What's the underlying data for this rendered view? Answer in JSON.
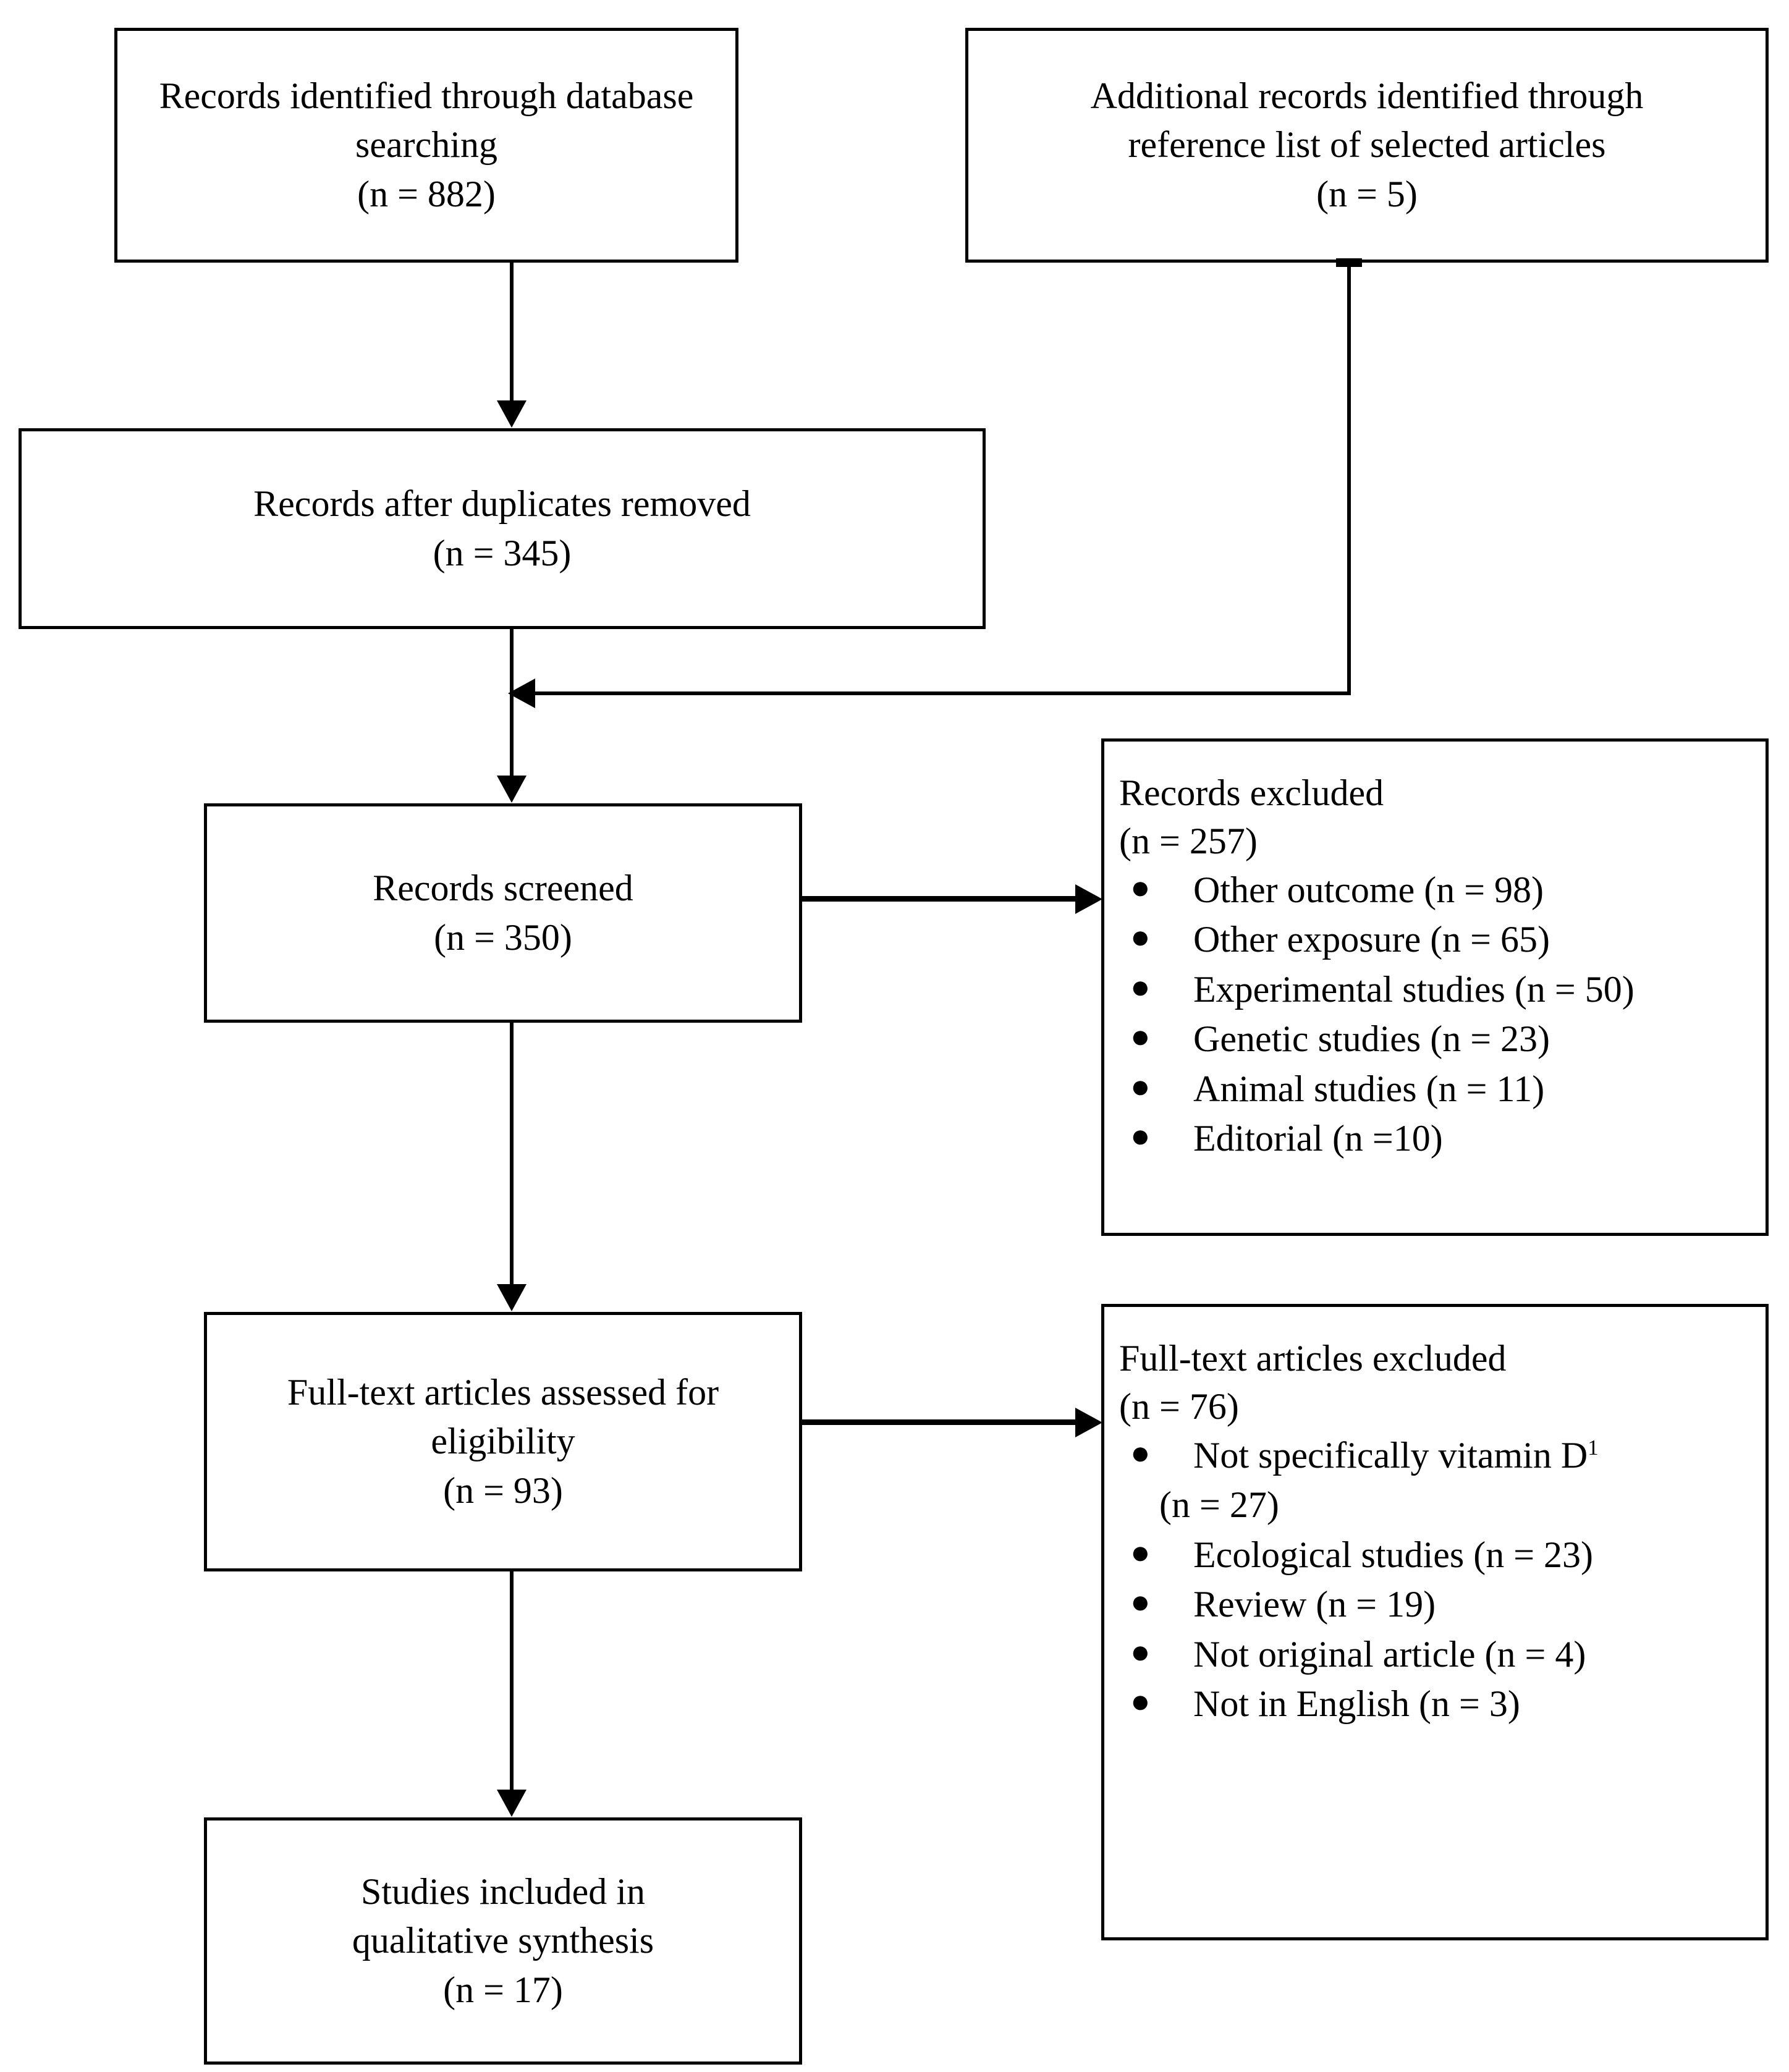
{
  "diagram": {
    "type": "prisma-flow-diagram",
    "identification": {
      "database_search": {
        "label_line1": "Records identified through database",
        "label_line2": "searching",
        "count_line": "(n = 882)",
        "n": 882
      },
      "reference_list": {
        "label_line1": "Additional records identified through",
        "label_line2": "reference list of selected articles",
        "count_line": "(n = 5)",
        "n": 5
      }
    },
    "screening": {
      "duplicates_removed": {
        "label_line1": "Records after duplicates removed",
        "count_line": "(n =  345)",
        "n": 345
      },
      "records_screened": {
        "label_line1": "Records screened",
        "count_line": "(n =  350)",
        "n": 350
      },
      "records_excluded": {
        "title": "Records excluded",
        "count_line": "(n = 257)",
        "n": 257,
        "reasons": [
          {
            "text": "Other outcome (n = 98)",
            "n": 98
          },
          {
            "text": "Other exposure (n = 65)",
            "n": 65
          },
          {
            "text": "Experimental studies (n = 50)",
            "n": 50
          },
          {
            "text": "Genetic studies (n = 23)",
            "n": 23
          },
          {
            "text": "Animal studies (n = 11)",
            "n": 11
          },
          {
            "text": "Editorial (n =10)",
            "n": 10
          }
        ]
      }
    },
    "eligibility": {
      "fulltext_assessed": {
        "label_line1": "Full-text articles assessed for",
        "label_line2": "eligibility",
        "count_line": "(n =  93)",
        "n": 93
      },
      "fulltext_excluded": {
        "title": "Full-text articles excluded",
        "count_line": "(n = 76)",
        "n": 76,
        "reasons": [
          {
            "text": "Not specifically vitamin D",
            "superscript": "1",
            "continuation": "(n = 27)",
            "n": 27
          },
          {
            "text": "Ecological studies (n = 23)",
            "n": 23
          },
          {
            "text": "Review (n = 19)",
            "n": 19
          },
          {
            "text": "Not original article (n = 4)",
            "n": 4
          },
          {
            "text": "Not in English (n = 3)",
            "n": 3
          }
        ]
      }
    },
    "included": {
      "studies_included": {
        "label_line1": "Studies included in",
        "label_line2": "qualitative synthesis",
        "count_line": "(n =  17)",
        "n": 17
      }
    },
    "bullet_glyph": "●",
    "colors": {
      "stroke": "#000000",
      "fill": "#ffffff",
      "text": "#000000"
    }
  }
}
